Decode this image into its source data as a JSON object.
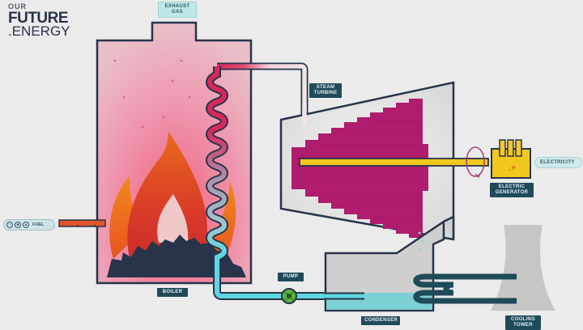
{
  "logo": {
    "line1": "OUR",
    "line2": "FUTURE",
    "line3": ".ENERGY"
  },
  "labels": {
    "exhaust_gas": [
      "EXHAUST",
      "GAS"
    ],
    "steam_turbine": [
      "STEAM",
      "TURBINE"
    ],
    "electric_generator": [
      "ELECTRIC",
      "GENERATOR"
    ],
    "electricity": "ELECTRICITY",
    "fuel": "FUEL",
    "boiler": "BOILER",
    "pump": "PUMP",
    "condenser": "CONDENSER",
    "cooling_tower": [
      "COOLING",
      "TOWER"
    ]
  },
  "fuel_icons": [
    "gas-icon",
    "coal-icon",
    "oil-icon"
  ],
  "colors": {
    "background": "#ebebeb",
    "outline": "#27344a",
    "boiler_fill": "#f0a7b8",
    "hot_pipe": "#d8285a",
    "cold_pipe": "#5fd6e0",
    "turbine_blades": "#b01c6e",
    "shaft": "#f2c81e",
    "label_bg": "#1f4a5a",
    "pump": "#55b83a",
    "cooling_tower": "#c4c4c4",
    "condenser_water": "#7ccfd2"
  }
}
